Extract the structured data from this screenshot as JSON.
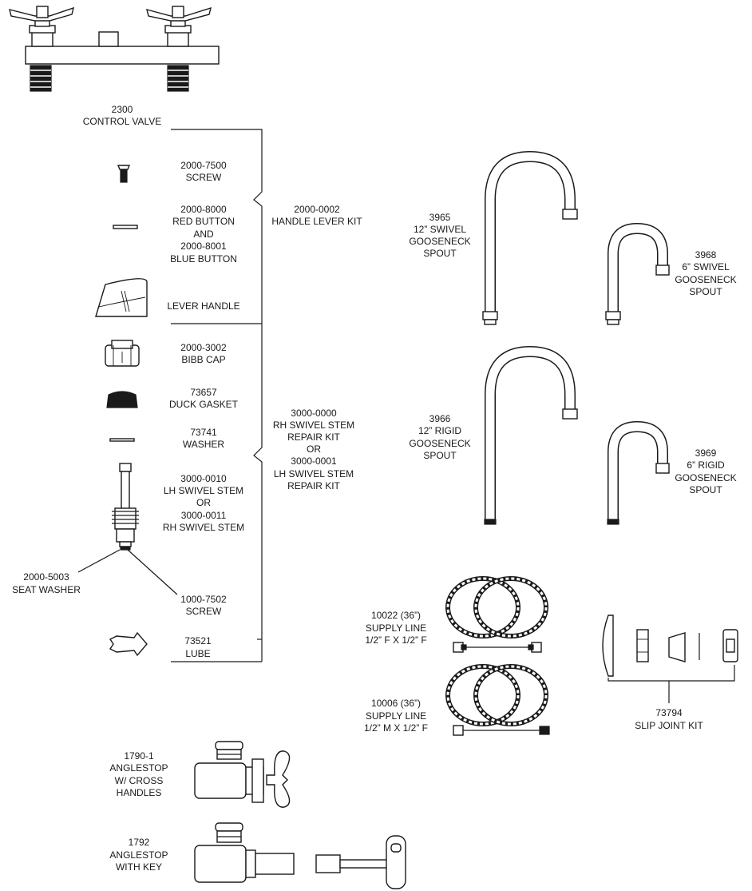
{
  "parts": {
    "control_valve": {
      "num": "2300",
      "name": "CONTROL VALVE"
    },
    "screw_top": {
      "num": "2000-7500",
      "name": "SCREW"
    },
    "button": {
      "red_num": "2000-8000",
      "red_name": "RED BUTTON",
      "and": "AND",
      "blue_num": "2000-8001",
      "blue_name": "BLUE BUTTON"
    },
    "lever_handle": {
      "name": "LEVER HANDLE"
    },
    "handle_lever_kit": {
      "num": "2000-0002",
      "name": "HANDLE LEVER KIT"
    },
    "bibb_cap": {
      "num": "2000-3002",
      "name": "BIBB CAP"
    },
    "duck_gasket": {
      "num": "73657",
      "name": "DUCK GASKET"
    },
    "washer": {
      "num": "73741",
      "name": "WASHER"
    },
    "swivel_stem": {
      "lh_num": "3000-0010",
      "lh_name": "LH SWIVEL STEM",
      "or": "OR",
      "rh_num": "3000-0011",
      "rh_name": "RH SWIVEL STEM"
    },
    "seat_washer": {
      "num": "2000-5003",
      "name": "SEAT WASHER"
    },
    "screw_bottom": {
      "num": "1000-7502",
      "name": "SCREW"
    },
    "lube": {
      "num": "73521",
      "name": "LUBE"
    },
    "stem_repair_kit": {
      "num1": "3000-0000",
      "line1": "RH SWIVEL STEM",
      "line2": "REPAIR KIT",
      "or": "OR",
      "num2": "3000-0001",
      "line3": "LH SWIVEL STEM",
      "line4": "REPAIR KIT"
    },
    "spout_3965": {
      "num": "3965",
      "l1": "12” SWIVEL",
      "l2": "GOOSENECK",
      "l3": "SPOUT"
    },
    "spout_3968": {
      "num": "3968",
      "l1": "6” SWIVEL",
      "l2": "GOOSENECK",
      "l3": "SPOUT"
    },
    "spout_3966": {
      "num": "3966",
      "l1": "12” RIGID",
      "l2": "GOOSENECK",
      "l3": "SPOUT"
    },
    "spout_3969": {
      "num": "3969",
      "l1": "6” RIGID",
      "l2": "GOOSENECK",
      "l3": "SPOUT"
    },
    "supply_10022": {
      "num": "10022 (36”)",
      "l1": "SUPPLY LINE",
      "l2": "1/2” F X 1/2” F"
    },
    "supply_10006": {
      "num": "10006 (36”)",
      "l1": "SUPPLY LINE",
      "l2": "1/2” M X 1/2” F"
    },
    "slip_joint": {
      "num": "73794",
      "name": "SLIP JOINT KIT"
    },
    "anglestop_1790": {
      "num": "1790-1",
      "l1": "ANGLESTOP",
      "l2": "W/ CROSS",
      "l3": "HANDLES"
    },
    "anglestop_1792": {
      "num": "1792",
      "l1": "ANGLESTOP",
      "l2": "WITH KEY"
    }
  }
}
